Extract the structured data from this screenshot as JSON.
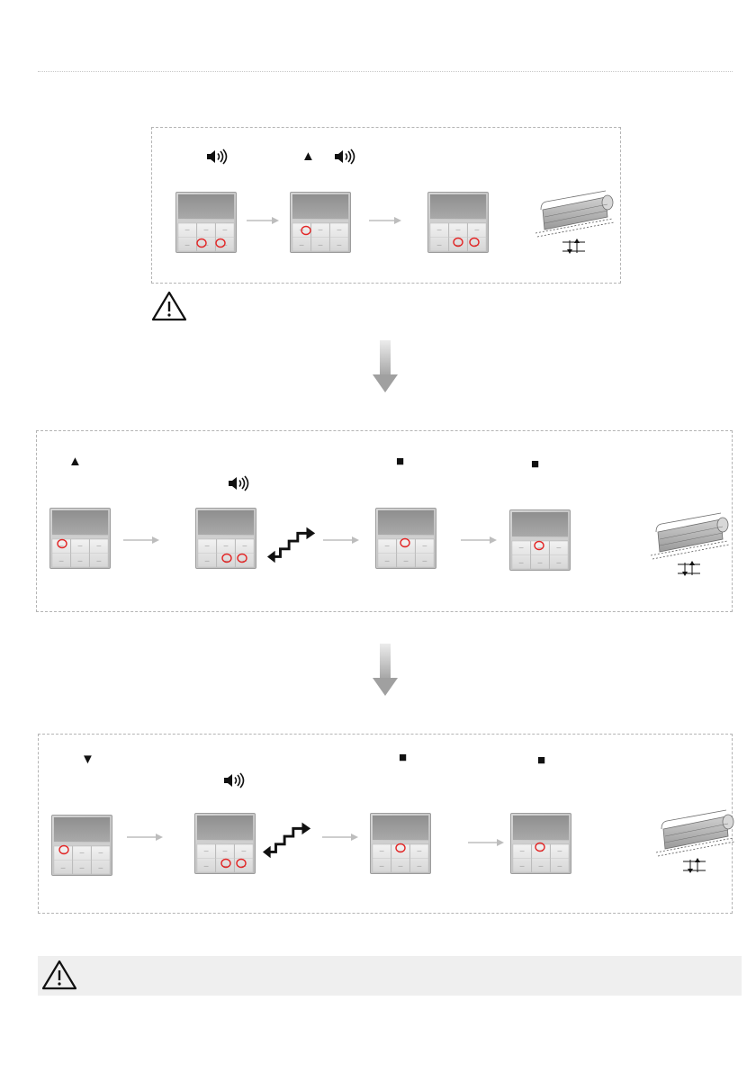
{
  "colors": {
    "panel_border": "#b4b4b4",
    "device_highlight": "#e32626",
    "arrow_gray": "#bdbdbd",
    "warning_bar": "#efefef"
  },
  "icons": {
    "speaker": "speaker-icon",
    "up": "up-triangle-icon",
    "down": "down-triangle-icon",
    "stop": "stop-square-icon",
    "warning": "warning-icon",
    "shutter": "roller-shutter-icon",
    "flow": "step-arrow-icon"
  },
  "symbols": {
    "up": "▲",
    "down": "▼",
    "stop": "■"
  },
  "sections": [
    {
      "id": "step1",
      "devices": [
        {
          "highlight": "down-pair"
        },
        {
          "highlight": "up"
        },
        {
          "highlight": "down-pair"
        }
      ]
    },
    {
      "id": "step2",
      "direction": "up",
      "devices": [
        {
          "highlight": "up"
        },
        {
          "highlight": "down-pair"
        },
        {
          "highlight": "stop"
        },
        {
          "highlight": "stop"
        }
      ]
    },
    {
      "id": "step3",
      "direction": "down",
      "devices": [
        {
          "highlight": "up"
        },
        {
          "highlight": "down-pair"
        },
        {
          "highlight": "stop"
        },
        {
          "highlight": "stop"
        }
      ]
    }
  ]
}
